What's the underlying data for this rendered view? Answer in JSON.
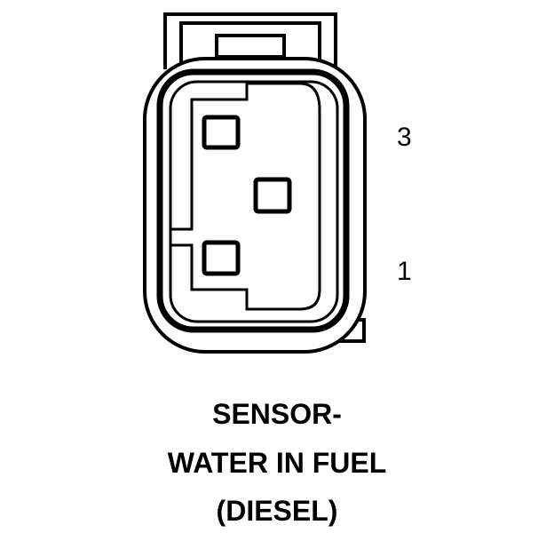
{
  "connector": {
    "pin_labels": {
      "top": "3",
      "bottom": "1"
    }
  },
  "caption": {
    "line1": "SENSOR-",
    "line2": "WATER IN FUEL",
    "line3": "(DIESEL)"
  },
  "colors": {
    "ink": "#000000",
    "background": "#ffffff"
  }
}
